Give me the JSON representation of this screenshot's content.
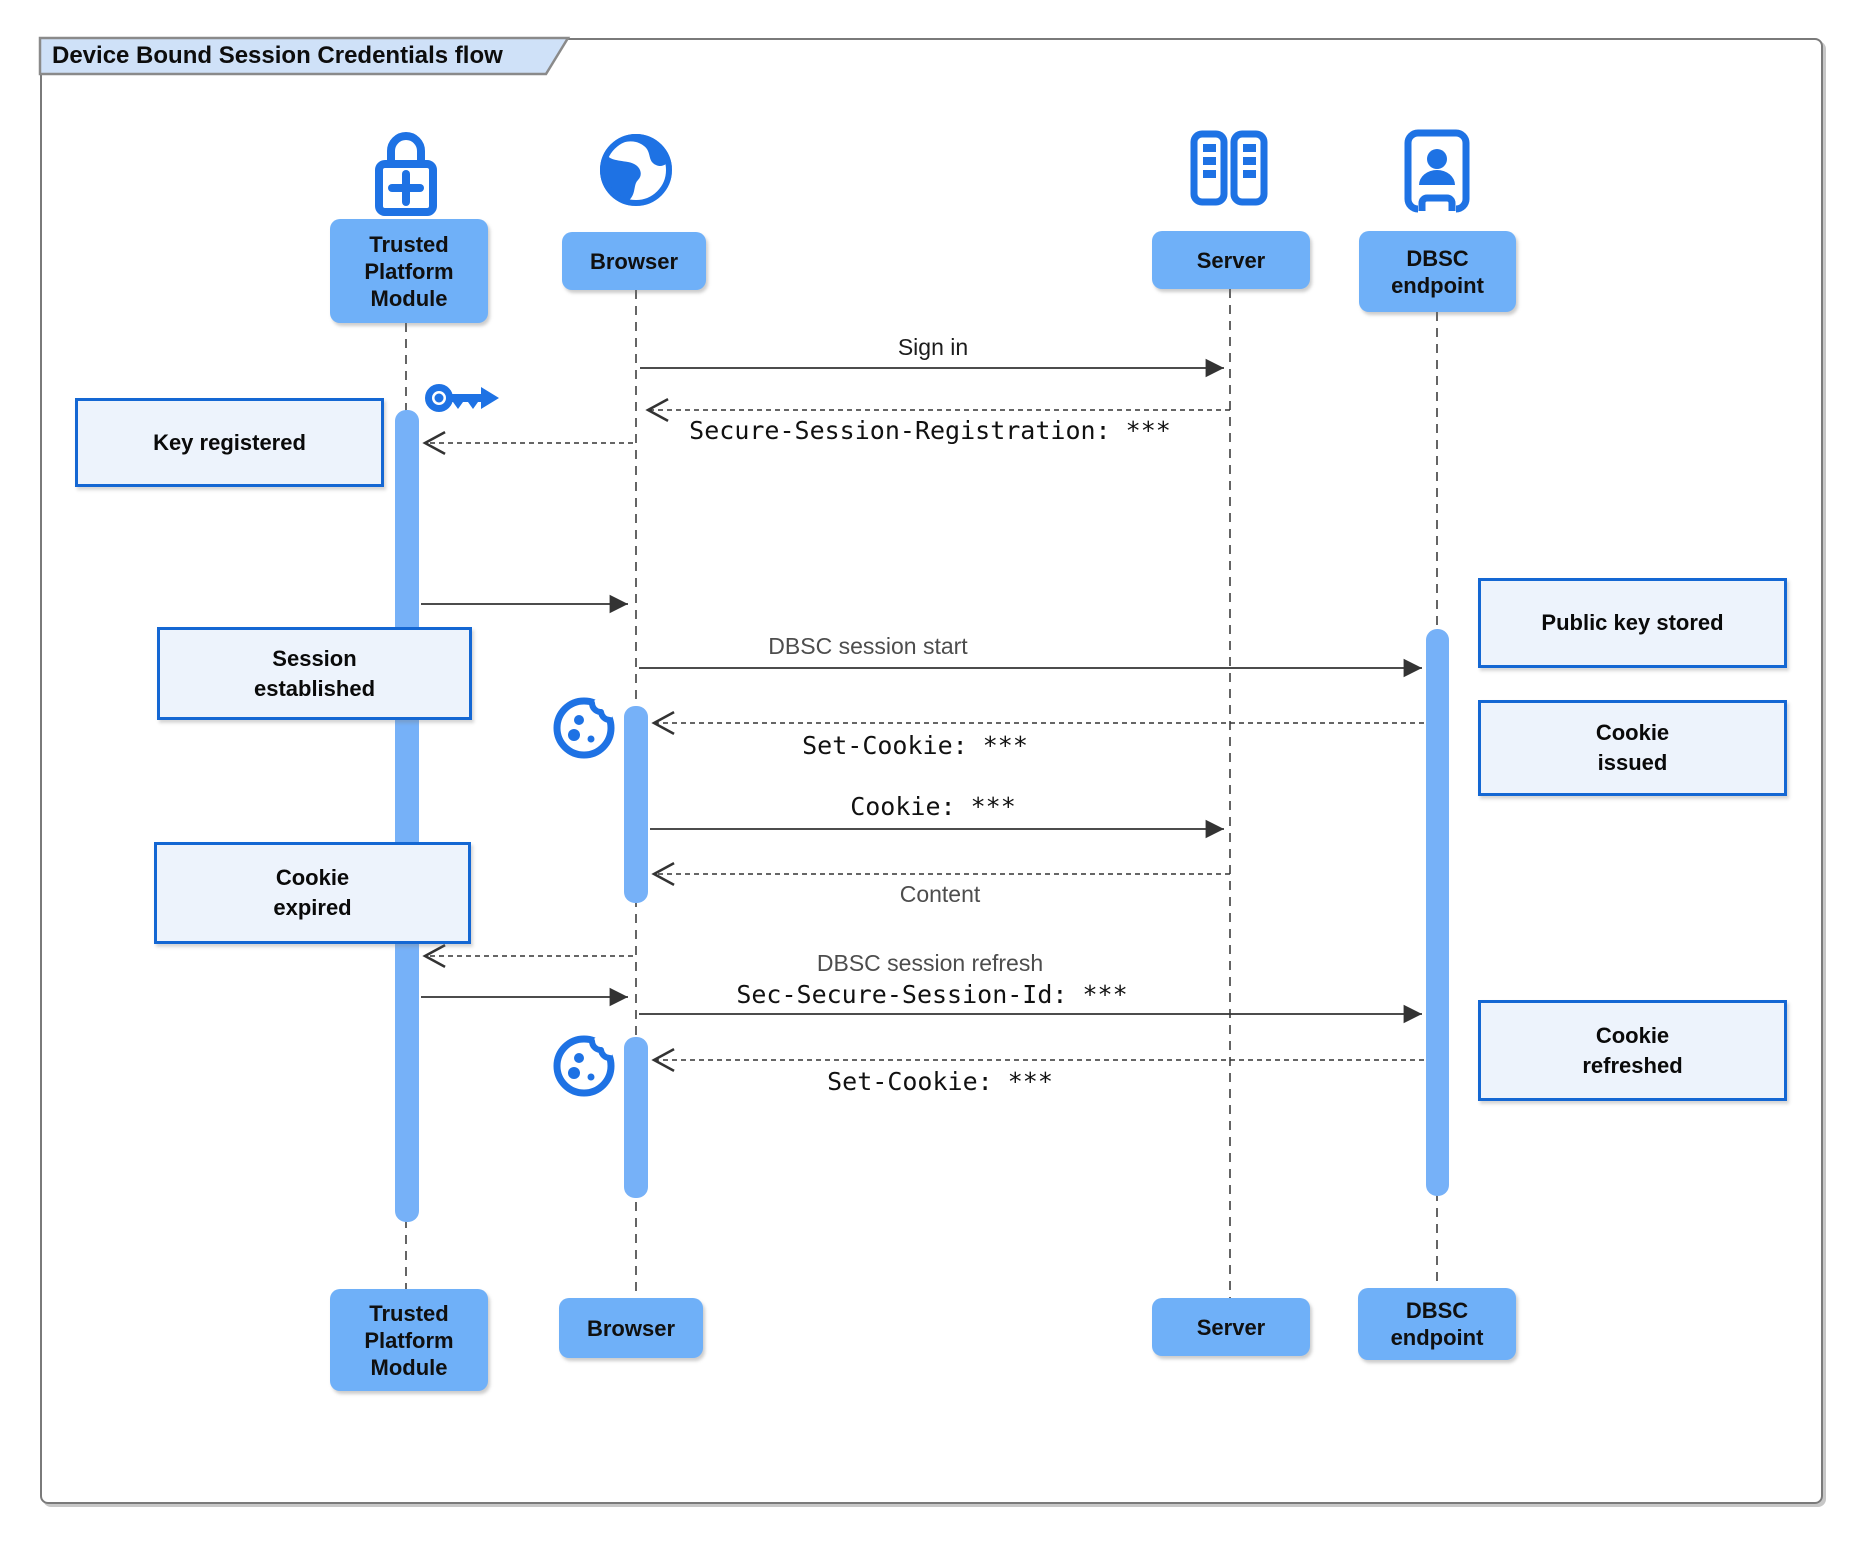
{
  "title": "Device Bound Session Credentials flow",
  "actors": {
    "tpm": {
      "label": "Trusted\nPlatform\nModule",
      "icon": "lock-plus-icon"
    },
    "browser": {
      "label": "Browser",
      "icon": "globe-icon"
    },
    "server": {
      "label": "Server",
      "icon": "server-icon"
    },
    "dbsc": {
      "label": "DBSC\nendpoint",
      "icon": "person-badge-icon"
    }
  },
  "messages": {
    "sign_in": "Sign in",
    "secure_session_registration": "Secure-Session-Registration: ***",
    "dbsc_session_start": "DBSC session start",
    "set_cookie_1": "Set-Cookie: ***",
    "cookie": "Cookie: ***",
    "content": "Content",
    "dbsc_session_refresh": "DBSC session refresh",
    "sec_secure_session_id": "Sec-Secure-Session-Id: ***",
    "set_cookie_2": "Set-Cookie: ***"
  },
  "notes": {
    "key_registered": "Key registered",
    "session_established": "Session\nestablished",
    "cookie_expired": "Cookie\nexpired",
    "public_key_stored": "Public key stored",
    "cookie_issued": "Cookie\nissued",
    "cookie_refreshed": "Cookie\nrefreshed"
  },
  "colors": {
    "icon_blue": "#1e72e4",
    "actor_box_blue": "#6fb0f8",
    "activation_bar_blue": "#76b1f8",
    "note_fill": "#edf3fc",
    "note_border": "#1467d3",
    "title_tab_fill": "#cfe1f8",
    "line_color": "#333333"
  }
}
